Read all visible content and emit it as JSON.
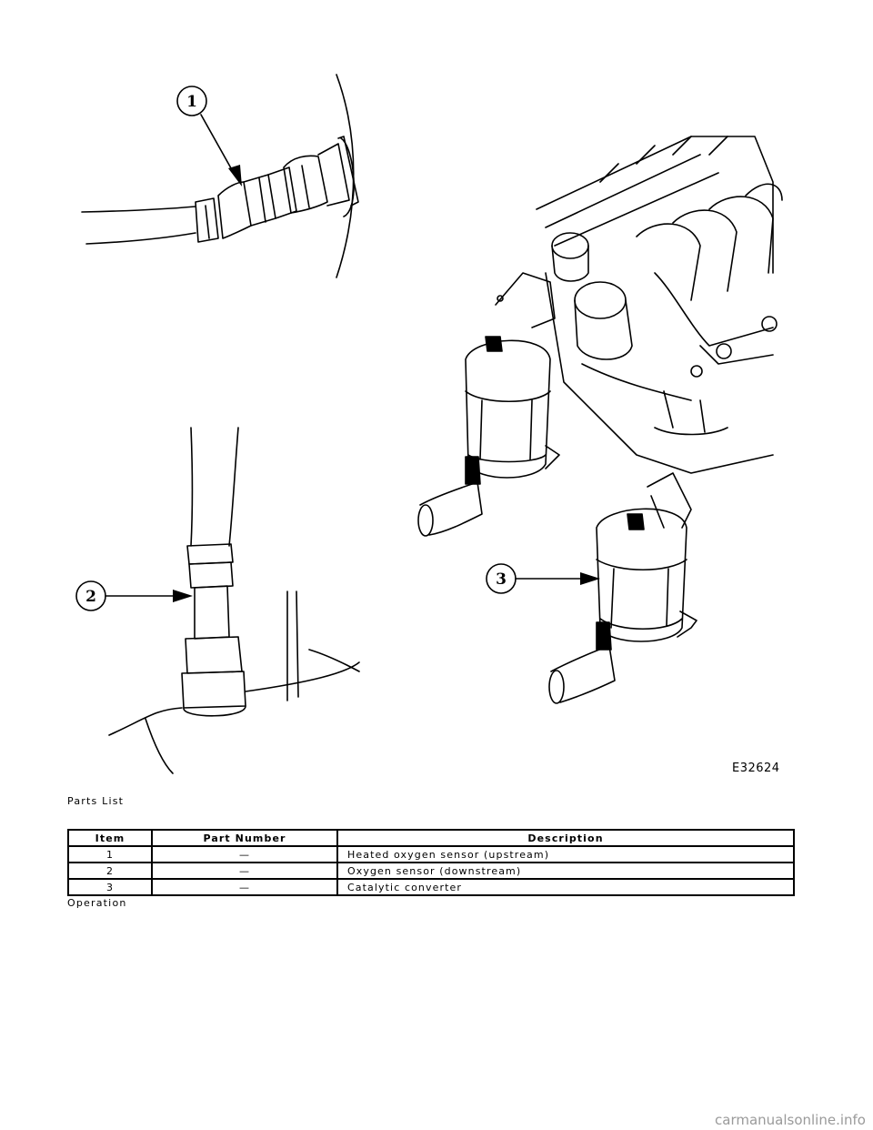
{
  "figure": {
    "code": "E32624",
    "callouts": [
      "1",
      "2",
      "3"
    ]
  },
  "parts_list": {
    "title": "Parts List",
    "columns": [
      "Item",
      "Part Number",
      "Description"
    ],
    "rows": [
      {
        "item": "1",
        "part_number": "—",
        "description": "Heated oxygen sensor (upstream)"
      },
      {
        "item": "2",
        "part_number": "—",
        "description": "Oxygen sensor (downstream)"
      },
      {
        "item": "3",
        "part_number": "—",
        "description": "Catalytic converter"
      }
    ]
  },
  "operation_title": "Operation",
  "watermark": "carmanualsonline.info"
}
